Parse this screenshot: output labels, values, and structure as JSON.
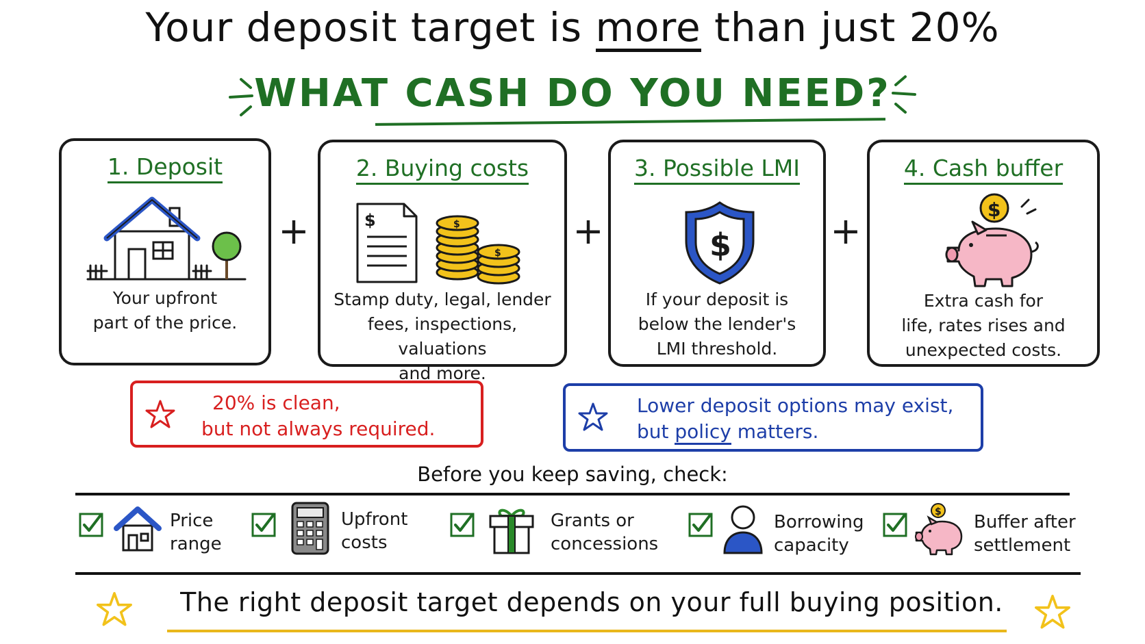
{
  "header": {
    "title_pre": "Your deposit target is ",
    "title_em": "more",
    "title_post": " than just 20%",
    "subtitle": "WHAT CASH DO YOU NEED?"
  },
  "cards": [
    {
      "number": "1.",
      "title": "Deposit",
      "text_line1": "Your upfront",
      "text_line2": "part of the price.",
      "icon": "house-icon"
    },
    {
      "number": "2.",
      "title": "Buying costs",
      "text_line1": "Stamp duty, legal, lender",
      "text_line2": "fees, inspections, valuations",
      "text_line3": "and more.",
      "icon": "document-and-coins-icon"
    },
    {
      "number": "3.",
      "title": "Possible LMI",
      "text_line1": "If your deposit is",
      "text_line2": "below the lender's",
      "text_line3": "LMI threshold.",
      "icon": "shield-dollar-icon"
    },
    {
      "number": "4.",
      "title": "Cash buffer",
      "text_line1": "Extra cash for",
      "text_line2": "life, rates rises and",
      "text_line3": "unexpected costs.",
      "icon": "piggy-bank-icon"
    }
  ],
  "plus_symbol": "+",
  "notes": {
    "red": {
      "line1": "20% is clean,",
      "line2": "but not always required.",
      "color": "#d81f1f"
    },
    "blue": {
      "line1": "Lower deposit options may exist,",
      "line2_pre": "but ",
      "line2_em": "policy",
      "line2_post": " matters.",
      "color": "#1d3ea8"
    }
  },
  "checklist": {
    "heading": "Before you keep saving, check:",
    "items": [
      {
        "line1": "Price",
        "line2": "range",
        "icon": "house-icon"
      },
      {
        "line1": "Upfront",
        "line2": "costs",
        "icon": "calculator-icon"
      },
      {
        "line1": "Grants or",
        "line2": "concessions",
        "icon": "gift-icon"
      },
      {
        "line1": "Borrowing",
        "line2": "capacity",
        "icon": "person-icon"
      },
      {
        "line1": "Buffer after",
        "line2": "settlement",
        "icon": "piggy-bank-icon"
      }
    ]
  },
  "footer": {
    "text": "The right deposit target depends on your full buying position.",
    "star_color": "#f2c21b"
  },
  "colors": {
    "green": "#1f6f24",
    "red": "#d81f1f",
    "blue": "#1d3ea8",
    "gold": "#f2c21b"
  }
}
